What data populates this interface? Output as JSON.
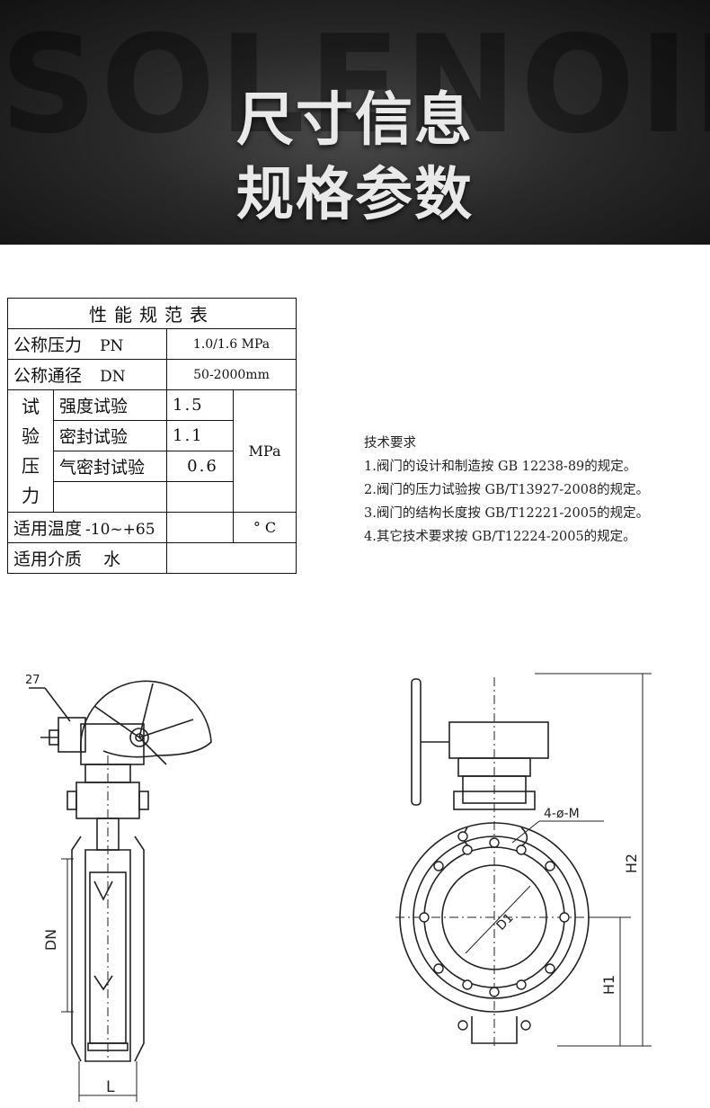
{
  "banner": {
    "watermark": "SOLENOID",
    "title_line1": "尺寸信息",
    "title_line2": "规格参数"
  },
  "spec_table": {
    "title": "性能规范表",
    "rows": {
      "pressure_label": "公称压力",
      "pressure_code": "PN",
      "pressure_value": "1.0/1.6 MPa",
      "diameter_label": "公称通径",
      "diameter_code": "DN",
      "diameter_value": "50-2000mm",
      "test_group": [
        "试",
        "验",
        "压",
        "力"
      ],
      "strength_label": "强度试验",
      "strength_value": "1.5",
      "seal_label": "密封试验",
      "seal_value": "1.1",
      "air_label": "气密封试验",
      "air_value": "0.6",
      "test_unit": "MPa",
      "temp_label": "适用温度",
      "temp_value": "-10~+65",
      "temp_unit": "° C",
      "medium_label": "适用介质",
      "medium_value": "水"
    }
  },
  "tech_requirements": {
    "heading": "技术要求",
    "items": [
      "1.阀门的设计和制造按 GB 12238-89的规定。",
      "2.阀门的压力试验按 GB/T13927-2008的规定。",
      "3.阀门的结构长度按 GB/T12221-2005的规定。",
      "4.其它技术要求按 GB/T12224-2005的规定。"
    ]
  },
  "drawing_side": {
    "callout": "27",
    "dim_dn": "DN",
    "dim_l": "L"
  },
  "drawing_front": {
    "dim_holes": "4-ø-M",
    "dim_d1": "D1",
    "dim_h1": "H1",
    "dim_h2": "H2"
  }
}
